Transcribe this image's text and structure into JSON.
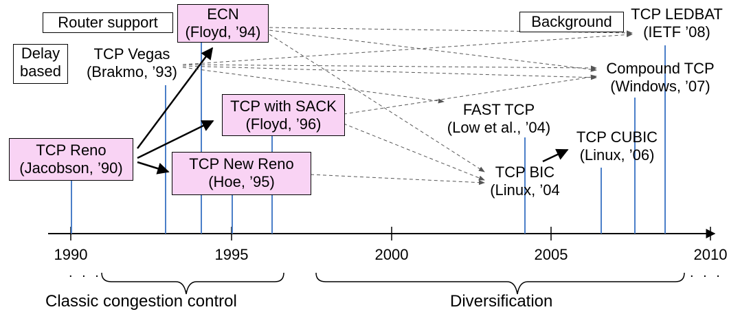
{
  "axis": {
    "years": [
      "1990",
      "1995",
      "2000",
      "2005",
      "2010"
    ],
    "ellipsis": ". . ."
  },
  "categories": {
    "router_support": "Router support",
    "delay_based": [
      "Delay",
      "based"
    ],
    "background": "Background"
  },
  "nodes": {
    "tcp_reno": [
      "TCP Reno",
      "(Jacobson, ’90)"
    ],
    "tcp_vegas": [
      "TCP Vegas",
      "(Brakmo, ’93)"
    ],
    "ecn": [
      "ECN",
      "(Floyd, ’94)"
    ],
    "tcp_new_reno": [
      "TCP New Reno",
      "(Hoe, ’95)"
    ],
    "tcp_sack": [
      "TCP with SACK",
      "(Floyd, ’96)"
    ],
    "fast_tcp": [
      "FAST TCP",
      "(Low et al., ’04)"
    ],
    "tcp_bic": [
      "TCP BIC",
      "(Linux, ’04"
    ],
    "tcp_cubic": [
      "TCP CUBIC",
      "(Linux, ’06)"
    ],
    "compound_tcp": [
      "Compound TCP",
      "(Windows, ’07)"
    ],
    "tcp_ledbat": [
      "TCP LEDBAT",
      "(IETF ’08)"
    ]
  },
  "eras": {
    "classic": "Classic congestion control",
    "diversification": "Diversification"
  },
  "colors": {
    "highlight_box": "#f9d3f4",
    "timeline_stem": "#4a7ec8",
    "arrow": "#000000"
  }
}
